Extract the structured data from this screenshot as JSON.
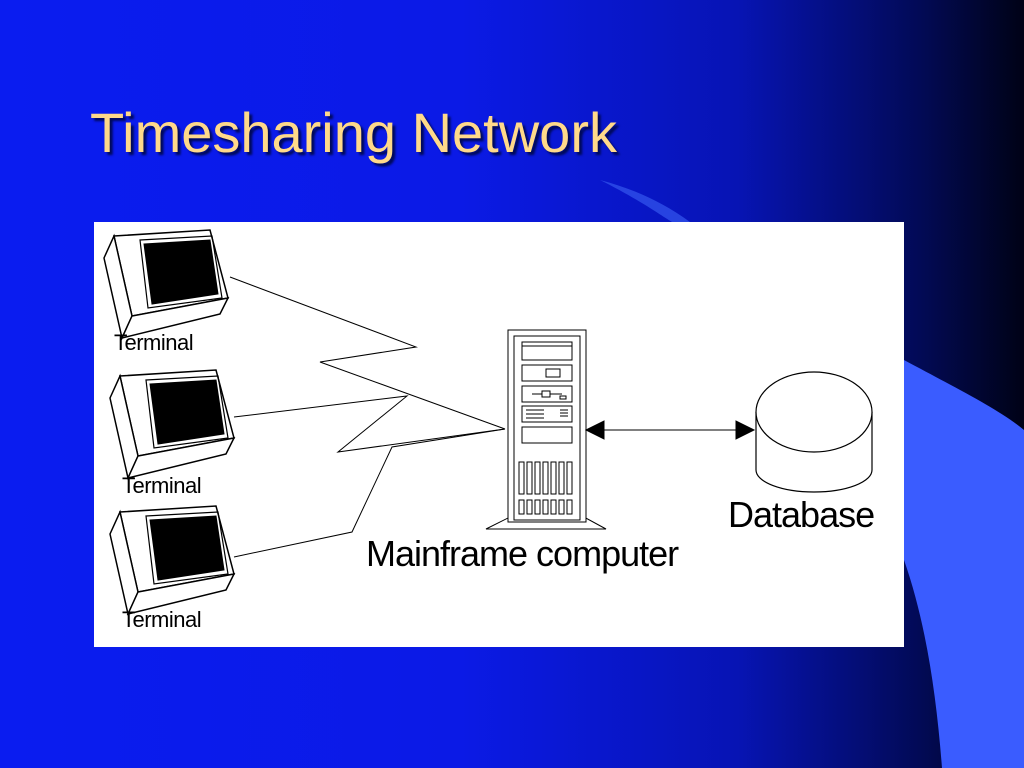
{
  "slide": {
    "title": "Timesharing Network"
  },
  "diagram": {
    "terminals": [
      {
        "label": "Terminal",
        "icon": "crt-monitor-icon"
      },
      {
        "label": "Terminal",
        "icon": "crt-monitor-icon"
      },
      {
        "label": "Terminal",
        "icon": "crt-monitor-icon"
      }
    ],
    "mainframe": {
      "label": "Mainframe computer",
      "icon": "server-tower-icon"
    },
    "database": {
      "label": "Database",
      "icon": "database-cylinder-icon"
    }
  },
  "colors": {
    "background": "#0a1cf0",
    "title": "#ffd98a",
    "panel": "#ffffff",
    "accent_shape": "#3a5cff"
  }
}
